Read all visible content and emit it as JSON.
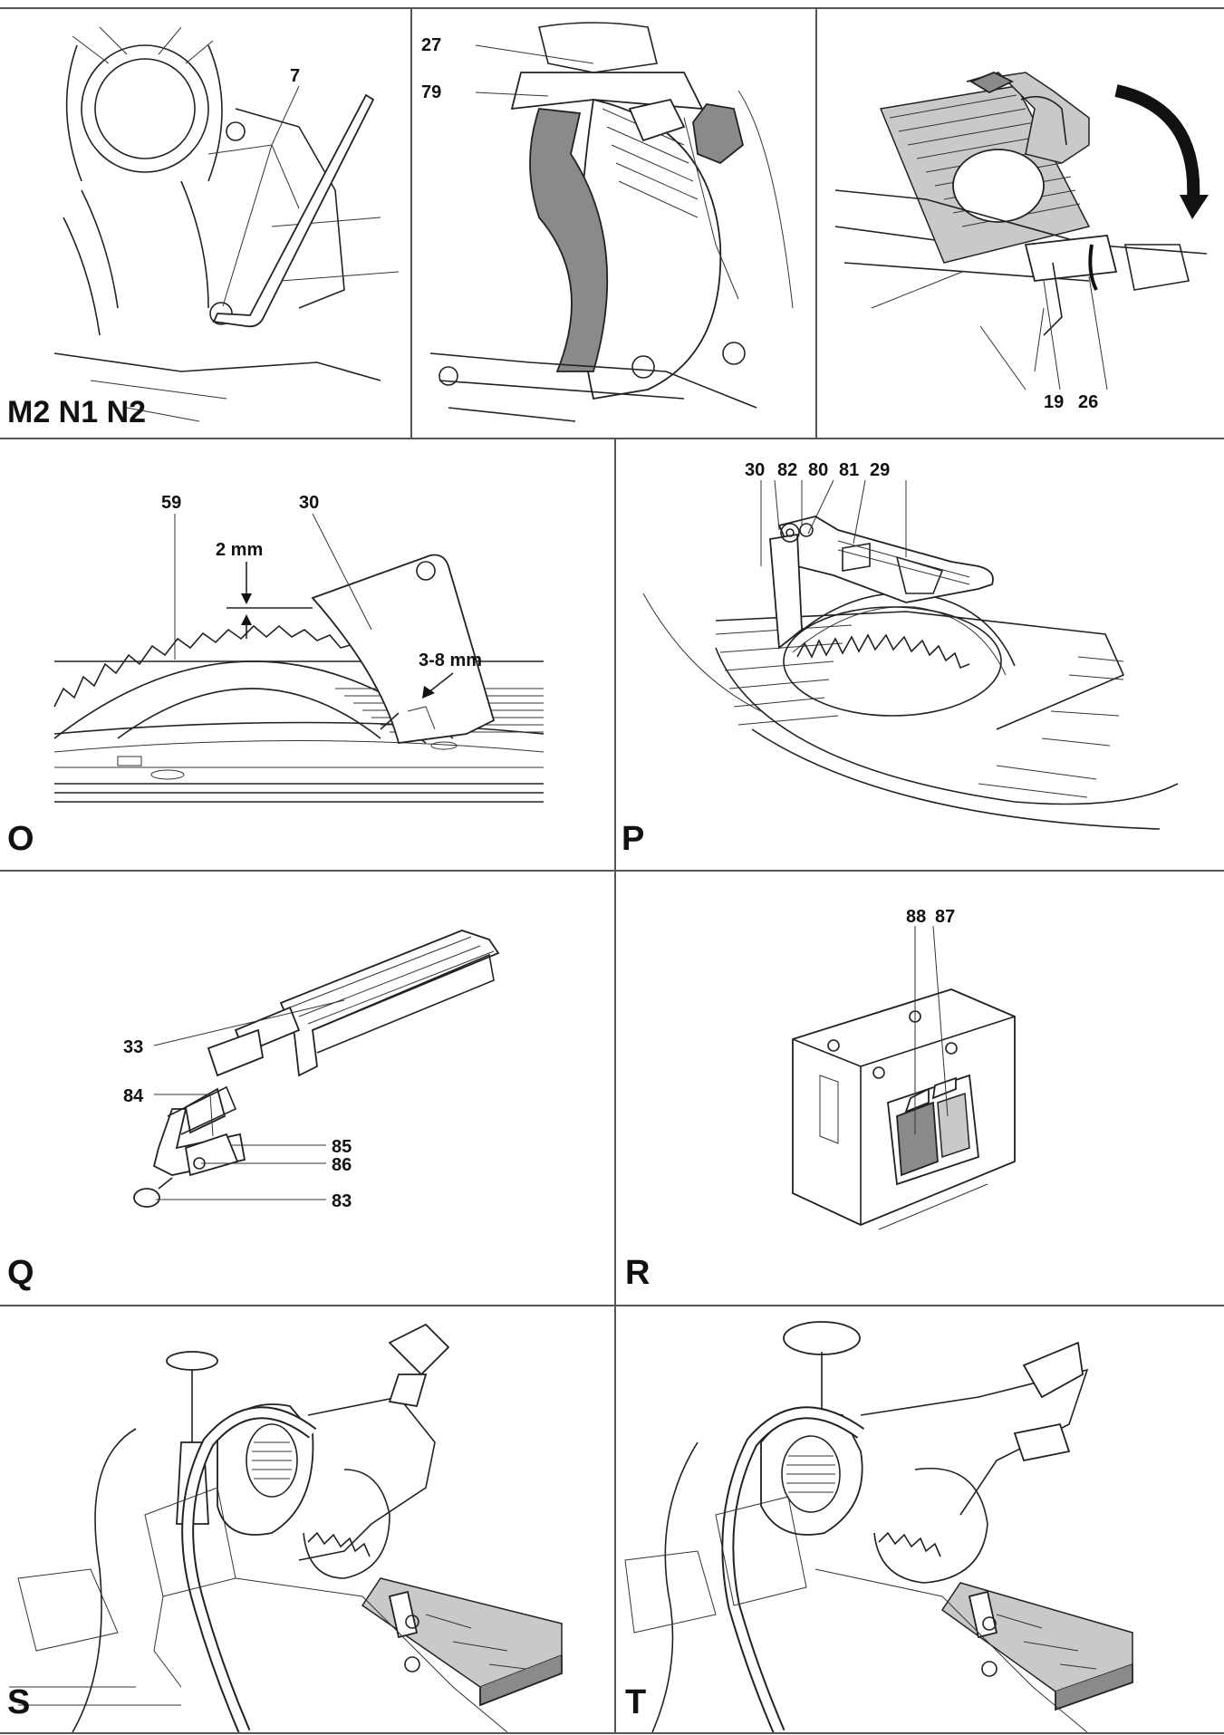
{
  "panels": {
    "m2": {
      "title": "M2 N1 N2",
      "callouts": [
        "7"
      ]
    },
    "n1": {
      "callouts": [
        "27",
        "79"
      ]
    },
    "n2": {
      "callouts": [
        "19",
        "26"
      ]
    },
    "o": {
      "title": "O",
      "callouts": [
        "59",
        "30"
      ],
      "dims": [
        "2 mm",
        "3-8 mm"
      ]
    },
    "p": {
      "title": "P",
      "callouts": [
        "30",
        "82",
        "80",
        "81",
        "29"
      ]
    },
    "q": {
      "title": "Q",
      "callouts": [
        "33",
        "84",
        "85",
        "86",
        "83"
      ]
    },
    "r": {
      "title": "R",
      "callouts": [
        "88",
        "87"
      ]
    },
    "s": {
      "title": "S"
    },
    "t": {
      "title": "T"
    }
  },
  "colors": {
    "line": "#222222",
    "shade": "#8a8a8a",
    "border": "#555555"
  }
}
